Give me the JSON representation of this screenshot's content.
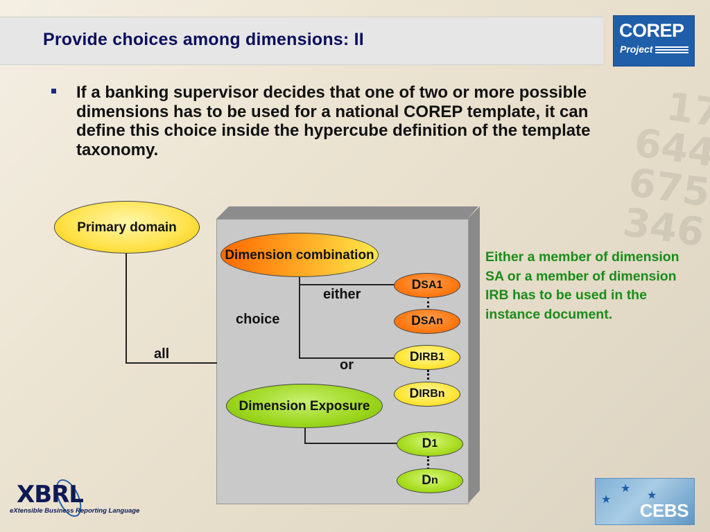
{
  "slide": {
    "title": "Provide choices among dimensions: II",
    "bullet_text": "If a banking supervisor decides that one of two or more possible dimensions has to be used for a national COREP template, it can define this choice inside the hypercube definition of the template taxonomy."
  },
  "logos": {
    "corep_line1": "COREP",
    "corep_line2": "Project",
    "xbrl_word": "XBRL",
    "xbrl_sub": "eXtensible Business Reporting Language",
    "cebs": "CEBS"
  },
  "diagram": {
    "primary_domain": "Primary domain",
    "dimension_combination": "Dimension combination",
    "dimension_exposure": "Dimension Exposure",
    "label_all": "all",
    "label_choice": "choice",
    "label_either": "either",
    "label_or": "or",
    "nodes": {
      "dsa1_d": "D",
      "dsa1_s": "SA1",
      "dsan_d": "D",
      "dsan_s": "SAn",
      "dirb1_d": "D",
      "dirb1_s": "IRB1",
      "dirbn_d": "D",
      "dirbn_s": "IRBn",
      "d1_d": "D",
      "d1_s": "1",
      "dn_d": "D",
      "dn_s": "n"
    }
  },
  "note": "Either a member of dimension SA or a member of dimension IRB has to be used in the instance document.",
  "colors": {
    "title": "#0b0f5c",
    "note_green": "#1a8c1a",
    "orange": "#ff7a14",
    "yellow": "#ffe24a",
    "green": "#9cd61c"
  }
}
